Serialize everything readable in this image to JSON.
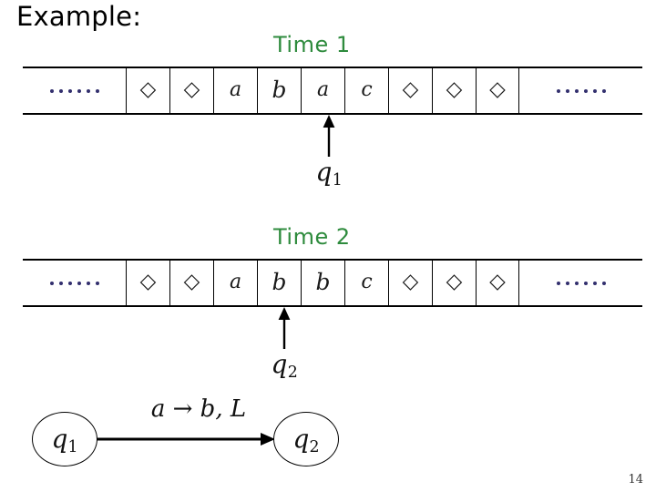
{
  "slide": {
    "title": "Example:",
    "page_number": "14",
    "colors": {
      "time_caption": "#2e8b3d",
      "dots": "#322f6e",
      "ink": "#000000",
      "background": "#ffffff"
    }
  },
  "time_1": {
    "caption": "Time 1",
    "tape": {
      "left_ellipsis": "......",
      "right_ellipsis": "......",
      "cells": [
        "◇",
        "◇",
        "a",
        "b",
        "a",
        "c",
        "◇",
        "◇",
        "◇"
      ]
    },
    "head": {
      "state": "q",
      "state_subscript": "1",
      "icon": "up-arrow-icon",
      "cell_index": 4
    }
  },
  "time_2": {
    "caption": "Time 2",
    "tape": {
      "left_ellipsis": "......",
      "right_ellipsis": "......",
      "cells": [
        "◇",
        "◇",
        "a",
        "b",
        "b",
        "c",
        "◇",
        "◇",
        "◇"
      ]
    },
    "head": {
      "state": "q",
      "state_subscript": "2",
      "icon": "up-arrow-icon",
      "cell_index": 3
    }
  },
  "transition_diagram": {
    "from_state": "q",
    "from_state_subscript": "1",
    "to_state": "q",
    "to_state_subscript": "2",
    "label": "a → b, L"
  }
}
